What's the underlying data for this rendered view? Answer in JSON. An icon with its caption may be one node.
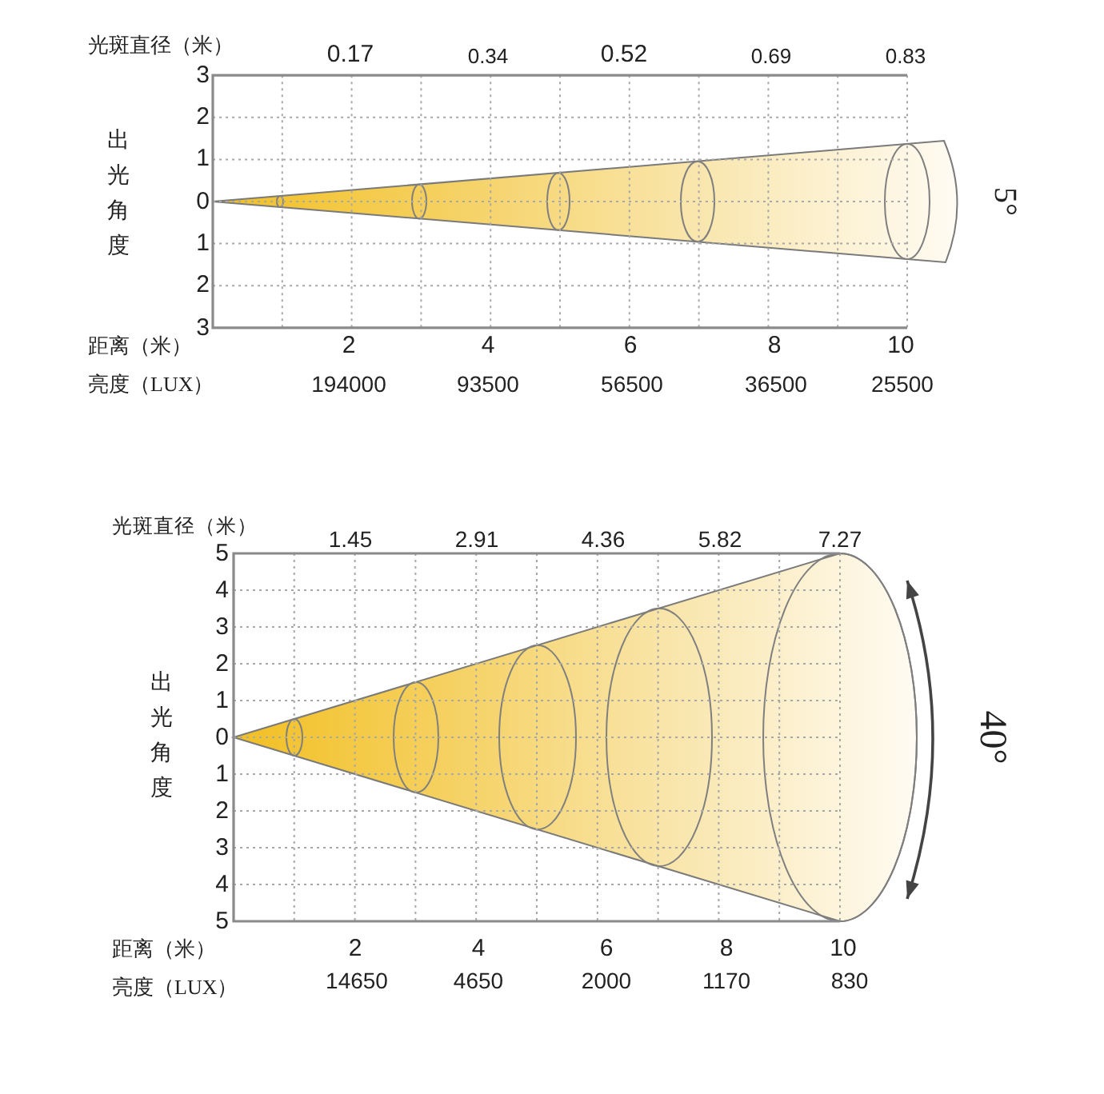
{
  "diagram": {
    "labels": [
      "光斑直径（米）",
      "0.17",
      "0.34",
      "0.52",
      "0.69",
      "0.83",
      "3",
      "2",
      "1",
      "0",
      "1",
      "2",
      "3",
      "出光角度",
      "5°",
      "距离（米）",
      "2",
      "4",
      "6",
      "8",
      "10",
      "亮度（LUX）",
      "194000",
      "93500",
      "56500",
      "36500",
      "25500",
      "光斑直径（米）",
      "1.45",
      "2.91",
      "4.36",
      "5.82",
      "7.27",
      "5",
      "4",
      "3",
      "2",
      "1",
      "0",
      "1",
      "2",
      "3",
      "4",
      "5",
      "出光角度",
      "40°",
      "距离（米）",
      "2",
      "4",
      "6",
      "8",
      "10",
      "亮度（LUX）",
      "14650",
      "4650",
      "2000",
      "1170",
      "830"
    ]
  }
}
